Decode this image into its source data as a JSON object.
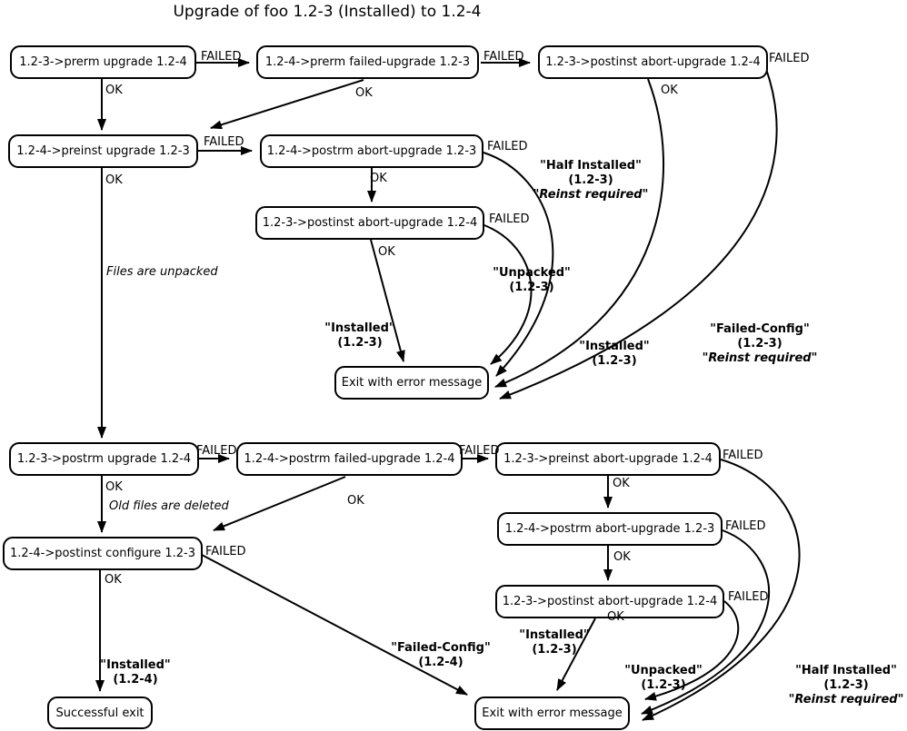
{
  "title": "Upgrade of foo 1.2-3 (Installed) to 1.2-4",
  "labels": {
    "failed": "FAILED",
    "ok": "OK"
  },
  "nodes": {
    "prerm_upgrade": "1.2-3->prerm upgrade 1.2-4",
    "prerm_failed_upgrade": "1.2-4->prerm failed-upgrade 1.2-3",
    "postinst_abort_top": "1.2-3->postinst abort-upgrade 1.2-4",
    "preinst_upgrade": "1.2-4->preinst upgrade 1.2-3",
    "postrm_abort_top": "1.2-4->postrm abort-upgrade 1.2-3",
    "postinst_abort_mid": "1.2-3->postinst abort-upgrade 1.2-4",
    "exit_error_top": "Exit with error message",
    "postrm_upgrade": "1.2-3->postrm upgrade 1.2-4",
    "postrm_failed_upgrade": "1.2-4->postrm failed-upgrade 1.2-4",
    "preinst_abort": "1.2-3->preinst abort-upgrade 1.2-4",
    "postrm_abort_bottom": "1.2-4->postrm abort-upgrade 1.2-3",
    "postinst_abort_bottom": "1.2-3->postinst abort-upgrade 1.2-4",
    "postinst_configure": "1.2-4->postinst configure 1.2-3",
    "successful_exit": "Successful exit",
    "exit_error_bottom": "Exit with error message"
  },
  "notes": {
    "files_unpacked": "Files are unpacked",
    "old_files_deleted": "Old files are deleted"
  },
  "states": {
    "installed_123": {
      "l1": "\"Installed\"",
      "l2": "(1.2-3)"
    },
    "installed_124": {
      "l1": "\"Installed\"",
      "l2": "(1.2-4)"
    },
    "unpacked_123": {
      "l1": "\"Unpacked\"",
      "l2": "(1.2-3)"
    },
    "half_installed_123": {
      "l1": "\"Half Installed\"",
      "l2": "(1.2-3)",
      "l3": "\"Reinst required\""
    },
    "failed_config_123": {
      "l1": "\"Failed-Config\"",
      "l2": "(1.2-3)",
      "l3": "\"Reinst required\""
    },
    "failed_config_124": {
      "l1": "\"Failed-Config\"",
      "l2": "(1.2-4)"
    }
  },
  "colors": {
    "foreground": "#000000",
    "background": "#ffffff"
  }
}
